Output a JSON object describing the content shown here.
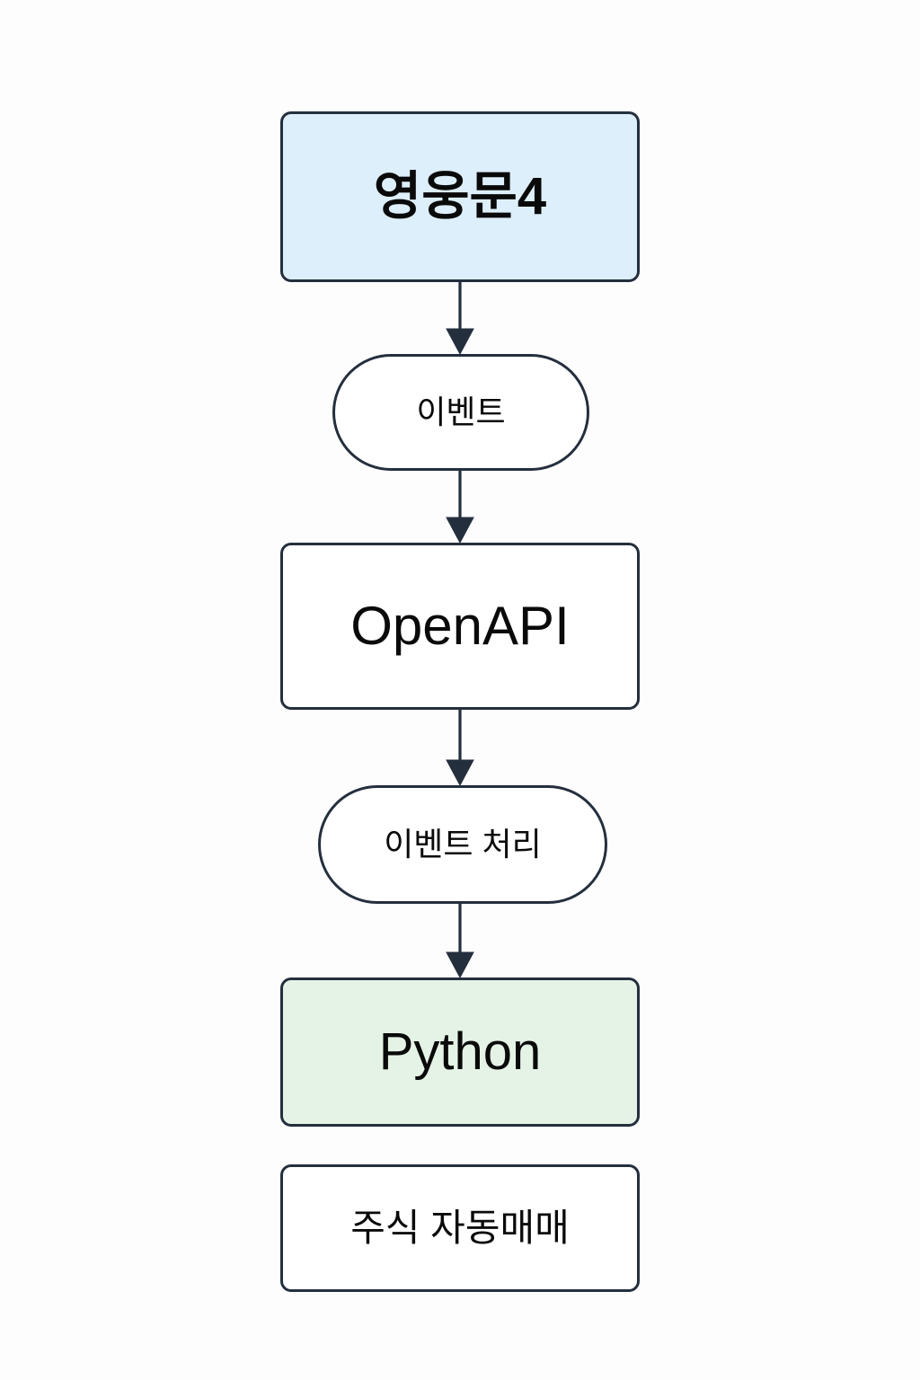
{
  "diagram": {
    "type": "flowchart",
    "direction": "top-to-bottom",
    "background_color": "#fdfdfd",
    "stroke_color": "#242f3e",
    "text_color": "#0a0a0a",
    "nodes": [
      {
        "id": "heroes",
        "label": "영웅문4",
        "shape": "rounded-rectangle",
        "fill": "#ddeffb"
      },
      {
        "id": "event",
        "label": "이벤트",
        "shape": "stadium",
        "fill": "#ffffff"
      },
      {
        "id": "openapi",
        "label": "OpenAPI",
        "shape": "rounded-rectangle",
        "fill": "#ffffff"
      },
      {
        "id": "event_handling",
        "label": "이벤트 처리",
        "shape": "stadium",
        "fill": "#ffffff"
      },
      {
        "id": "python",
        "label": "Python",
        "shape": "rounded-rectangle",
        "fill": "#e4f3e6"
      },
      {
        "id": "autotrade",
        "label": "주식 자동매매",
        "shape": "rounded-rectangle",
        "fill": "#ffffff"
      }
    ],
    "edges": [
      {
        "id": "edge-1",
        "from": "heroes",
        "to": "event",
        "arrowhead": "solid-triangle",
        "label": ""
      },
      {
        "id": "edge-2",
        "from": "event",
        "to": "openapi",
        "arrowhead": "solid-triangle",
        "label": ""
      },
      {
        "id": "edge-3",
        "from": "openapi",
        "to": "event_handling",
        "arrowhead": "solid-triangle",
        "label": ""
      },
      {
        "id": "edge-4",
        "from": "event_handling",
        "to": "python",
        "arrowhead": "solid-triangle",
        "label": ""
      }
    ]
  }
}
